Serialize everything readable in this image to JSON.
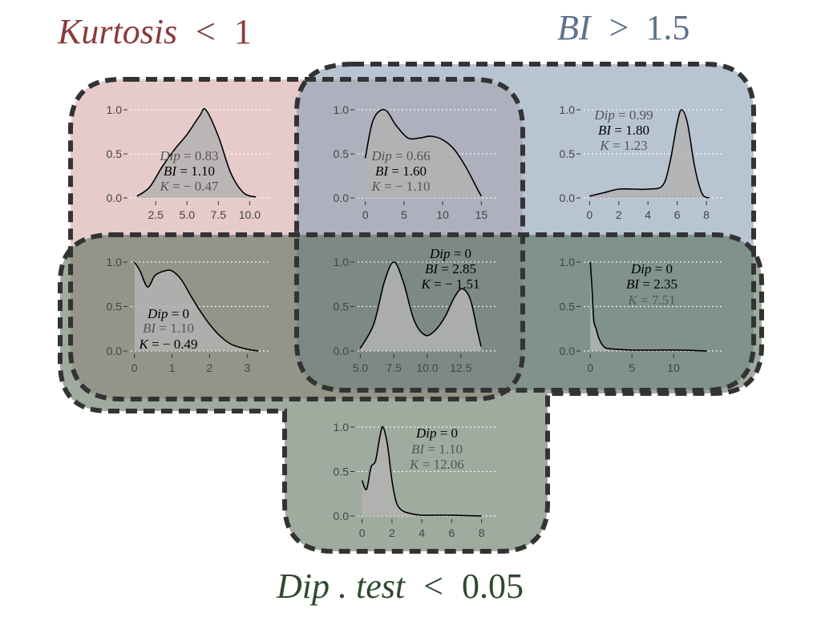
{
  "labels": {
    "kurtosis": {
      "name": "Kurtosis",
      "op": "<",
      "value": "1",
      "color": "#8b3a3a"
    },
    "bi": {
      "name": "BI",
      "op": ">",
      "value": "1.5",
      "color": "#5d7289"
    },
    "dip": {
      "name": "Dip . test",
      "op": "<",
      "value": "0.05",
      "color": "#2e4a2e"
    }
  },
  "colors": {
    "kurtosis_region": "#d4a0a0",
    "bi_region": "#8da0b6",
    "dip_region": "#586f58",
    "border": "#333333",
    "density_fill": "#b3b3b3",
    "stat_dark": "#000000",
    "stat_grey": "#555555"
  },
  "chart_data": [
    {
      "type": "area",
      "panel": "kurtosis-only",
      "x_ticks": [
        "2.5",
        "5.0",
        "7.5",
        "10.0"
      ],
      "x_tick_values": [
        2.5,
        5.0,
        7.5,
        10.0
      ],
      "xlim": [
        0.5,
        11.0
      ],
      "y_ticks": [
        "0.0",
        "0.5",
        "1.0"
      ],
      "ylim": [
        0,
        1
      ],
      "x": [
        1.0,
        2.0,
        3.0,
        4.0,
        5.0,
        6.0,
        6.5,
        7.5,
        8.5,
        9.5,
        10.5
      ],
      "y": [
        0.02,
        0.12,
        0.35,
        0.55,
        0.72,
        0.93,
        1.0,
        0.7,
        0.28,
        0.06,
        0.01
      ],
      "stats": [
        {
          "name": "Dip",
          "value": "0.83",
          "color": "grey"
        },
        {
          "name": "BI",
          "value": "1.10",
          "color": "dark"
        },
        {
          "name": "K",
          "value": "− 0.47",
          "color": "grey"
        }
      ]
    },
    {
      "type": "area",
      "panel": "kurtosis-bi",
      "x_ticks": [
        "0",
        "5",
        "10",
        "15"
      ],
      "x_tick_values": [
        0,
        5,
        10,
        15
      ],
      "xlim": [
        -1,
        16
      ],
      "y_ticks": [
        "0.0",
        "0.5",
        "1.0"
      ],
      "ylim": [
        0,
        1
      ],
      "x": [
        0,
        1.0,
        2.5,
        4.0,
        5.5,
        7.0,
        8.5,
        10.0,
        11.5,
        13.0,
        14.5,
        15
      ],
      "y": [
        0.45,
        0.88,
        1.0,
        0.82,
        0.68,
        0.68,
        0.7,
        0.66,
        0.55,
        0.35,
        0.1,
        0.02
      ],
      "stats": [
        {
          "name": "Dip",
          "value": "0.66",
          "color": "grey"
        },
        {
          "name": "BI",
          "value": "1.60",
          "color": "dark"
        },
        {
          "name": "K",
          "value": "− 1.10",
          "color": "grey"
        }
      ]
    },
    {
      "type": "area",
      "panel": "bi-only",
      "x_ticks": [
        "0",
        "2",
        "4",
        "6",
        "8"
      ],
      "x_tick_values": [
        0,
        2,
        4,
        6,
        8
      ],
      "xlim": [
        -0.4,
        8.6
      ],
      "y_ticks": [
        "0.0",
        "0.5",
        "1.0"
      ],
      "ylim": [
        0,
        1
      ],
      "x": [
        0,
        1.0,
        2.0,
        3.0,
        4.0,
        5.0,
        5.5,
        6.0,
        6.3,
        6.7,
        7.2,
        7.7,
        8.2
      ],
      "y": [
        0.02,
        0.06,
        0.1,
        0.1,
        0.1,
        0.14,
        0.4,
        0.85,
        1.0,
        0.85,
        0.35,
        0.05,
        0.0
      ],
      "stats": [
        {
          "name": "Dip",
          "value": "0.99",
          "color": "grey"
        },
        {
          "name": "BI",
          "value": "1.80",
          "color": "dark"
        },
        {
          "name": "K",
          "value": "1.23",
          "color": "grey"
        }
      ]
    },
    {
      "type": "area",
      "panel": "kurtosis-dip",
      "x_ticks": [
        "0",
        "1",
        "2",
        "3"
      ],
      "x_tick_values": [
        0,
        1,
        2,
        3
      ],
      "xlim": [
        -0.1,
        3.4
      ],
      "y_ticks": [
        "0.0",
        "0.5",
        "1.0"
      ],
      "ylim": [
        0,
        1
      ],
      "x": [
        0,
        0.15,
        0.35,
        0.55,
        0.8,
        1.0,
        1.25,
        1.5,
        1.75,
        2.0,
        2.3,
        2.6,
        3.0,
        3.3
      ],
      "y": [
        1.0,
        0.9,
        0.72,
        0.85,
        0.9,
        0.9,
        0.8,
        0.62,
        0.45,
        0.3,
        0.16,
        0.07,
        0.02,
        0.0
      ],
      "stats": [
        {
          "name": "Dip",
          "value": "0",
          "color": "dark"
        },
        {
          "name": "BI",
          "value": "1.10",
          "color": "grey"
        },
        {
          "name": "K",
          "value": "− 0.49",
          "color": "dark"
        }
      ]
    },
    {
      "type": "area",
      "panel": "all-three",
      "x_ticks": [
        "5.0",
        "7.5",
        "10.0",
        "12.5"
      ],
      "x_tick_values": [
        5.0,
        7.5,
        10.0,
        12.5
      ],
      "xlim": [
        4.8,
        14.6
      ],
      "y_ticks": [
        "0.0",
        "0.5",
        "1.0"
      ],
      "ylim": [
        0,
        1
      ],
      "x": [
        5.0,
        6.0,
        6.8,
        7.5,
        8.2,
        9.0,
        9.8,
        10.5,
        11.3,
        12.0,
        12.6,
        13.2,
        13.7,
        14.0
      ],
      "y": [
        0.03,
        0.3,
        0.78,
        1.0,
        0.78,
        0.35,
        0.18,
        0.22,
        0.38,
        0.6,
        0.7,
        0.58,
        0.25,
        0.05
      ],
      "stats": [
        {
          "name": "Dip",
          "value": "0",
          "color": "dark"
        },
        {
          "name": "BI",
          "value": "2.85",
          "color": "dark"
        },
        {
          "name": "K",
          "value": "− 1.51",
          "color": "dark"
        }
      ]
    },
    {
      "type": "area",
      "panel": "bi-dip",
      "x_ticks": [
        "0",
        "5",
        "10"
      ],
      "x_tick_values": [
        0,
        5,
        10
      ],
      "xlim": [
        -0.8,
        15.0
      ],
      "y_ticks": [
        "0.0",
        "0.5",
        "1.0"
      ],
      "ylim": [
        0,
        1
      ],
      "x": [
        0,
        0.2,
        0.4,
        0.7,
        1.0,
        1.5,
        2.0,
        3.0,
        5.0,
        8.0,
        11.0,
        14.0
      ],
      "y": [
        1.0,
        0.7,
        0.35,
        0.25,
        0.15,
        0.06,
        0.03,
        0.02,
        0.01,
        0.01,
        0.01,
        0.0
      ],
      "stats": [
        {
          "name": "Dip",
          "value": "0",
          "color": "dark"
        },
        {
          "name": "BI",
          "value": "2.35",
          "color": "dark"
        },
        {
          "name": "K",
          "value": "7.51",
          "color": "grey"
        }
      ]
    },
    {
      "type": "area",
      "panel": "dip-only",
      "x_ticks": [
        "0",
        "2",
        "4",
        "6",
        "8"
      ],
      "x_tick_values": [
        0,
        2,
        4,
        6,
        8
      ],
      "xlim": [
        -0.3,
        8.5
      ],
      "y_ticks": [
        "0.0",
        "0.5",
        "1.0"
      ],
      "ylim": [
        0,
        1
      ],
      "x": [
        0,
        0.3,
        0.6,
        0.9,
        1.2,
        1.4,
        1.7,
        2.0,
        2.3,
        2.7,
        3.2,
        4.0,
        6.0,
        8.0
      ],
      "y": [
        0.4,
        0.3,
        0.55,
        0.62,
        0.9,
        1.0,
        0.8,
        0.4,
        0.15,
        0.06,
        0.03,
        0.01,
        0.01,
        0.0
      ],
      "stats": [
        {
          "name": "Dip",
          "value": "0",
          "color": "dark"
        },
        {
          "name": "BI",
          "value": "1.10",
          "color": "grey"
        },
        {
          "name": "K",
          "value": "12.06",
          "color": "grey"
        }
      ]
    }
  ]
}
